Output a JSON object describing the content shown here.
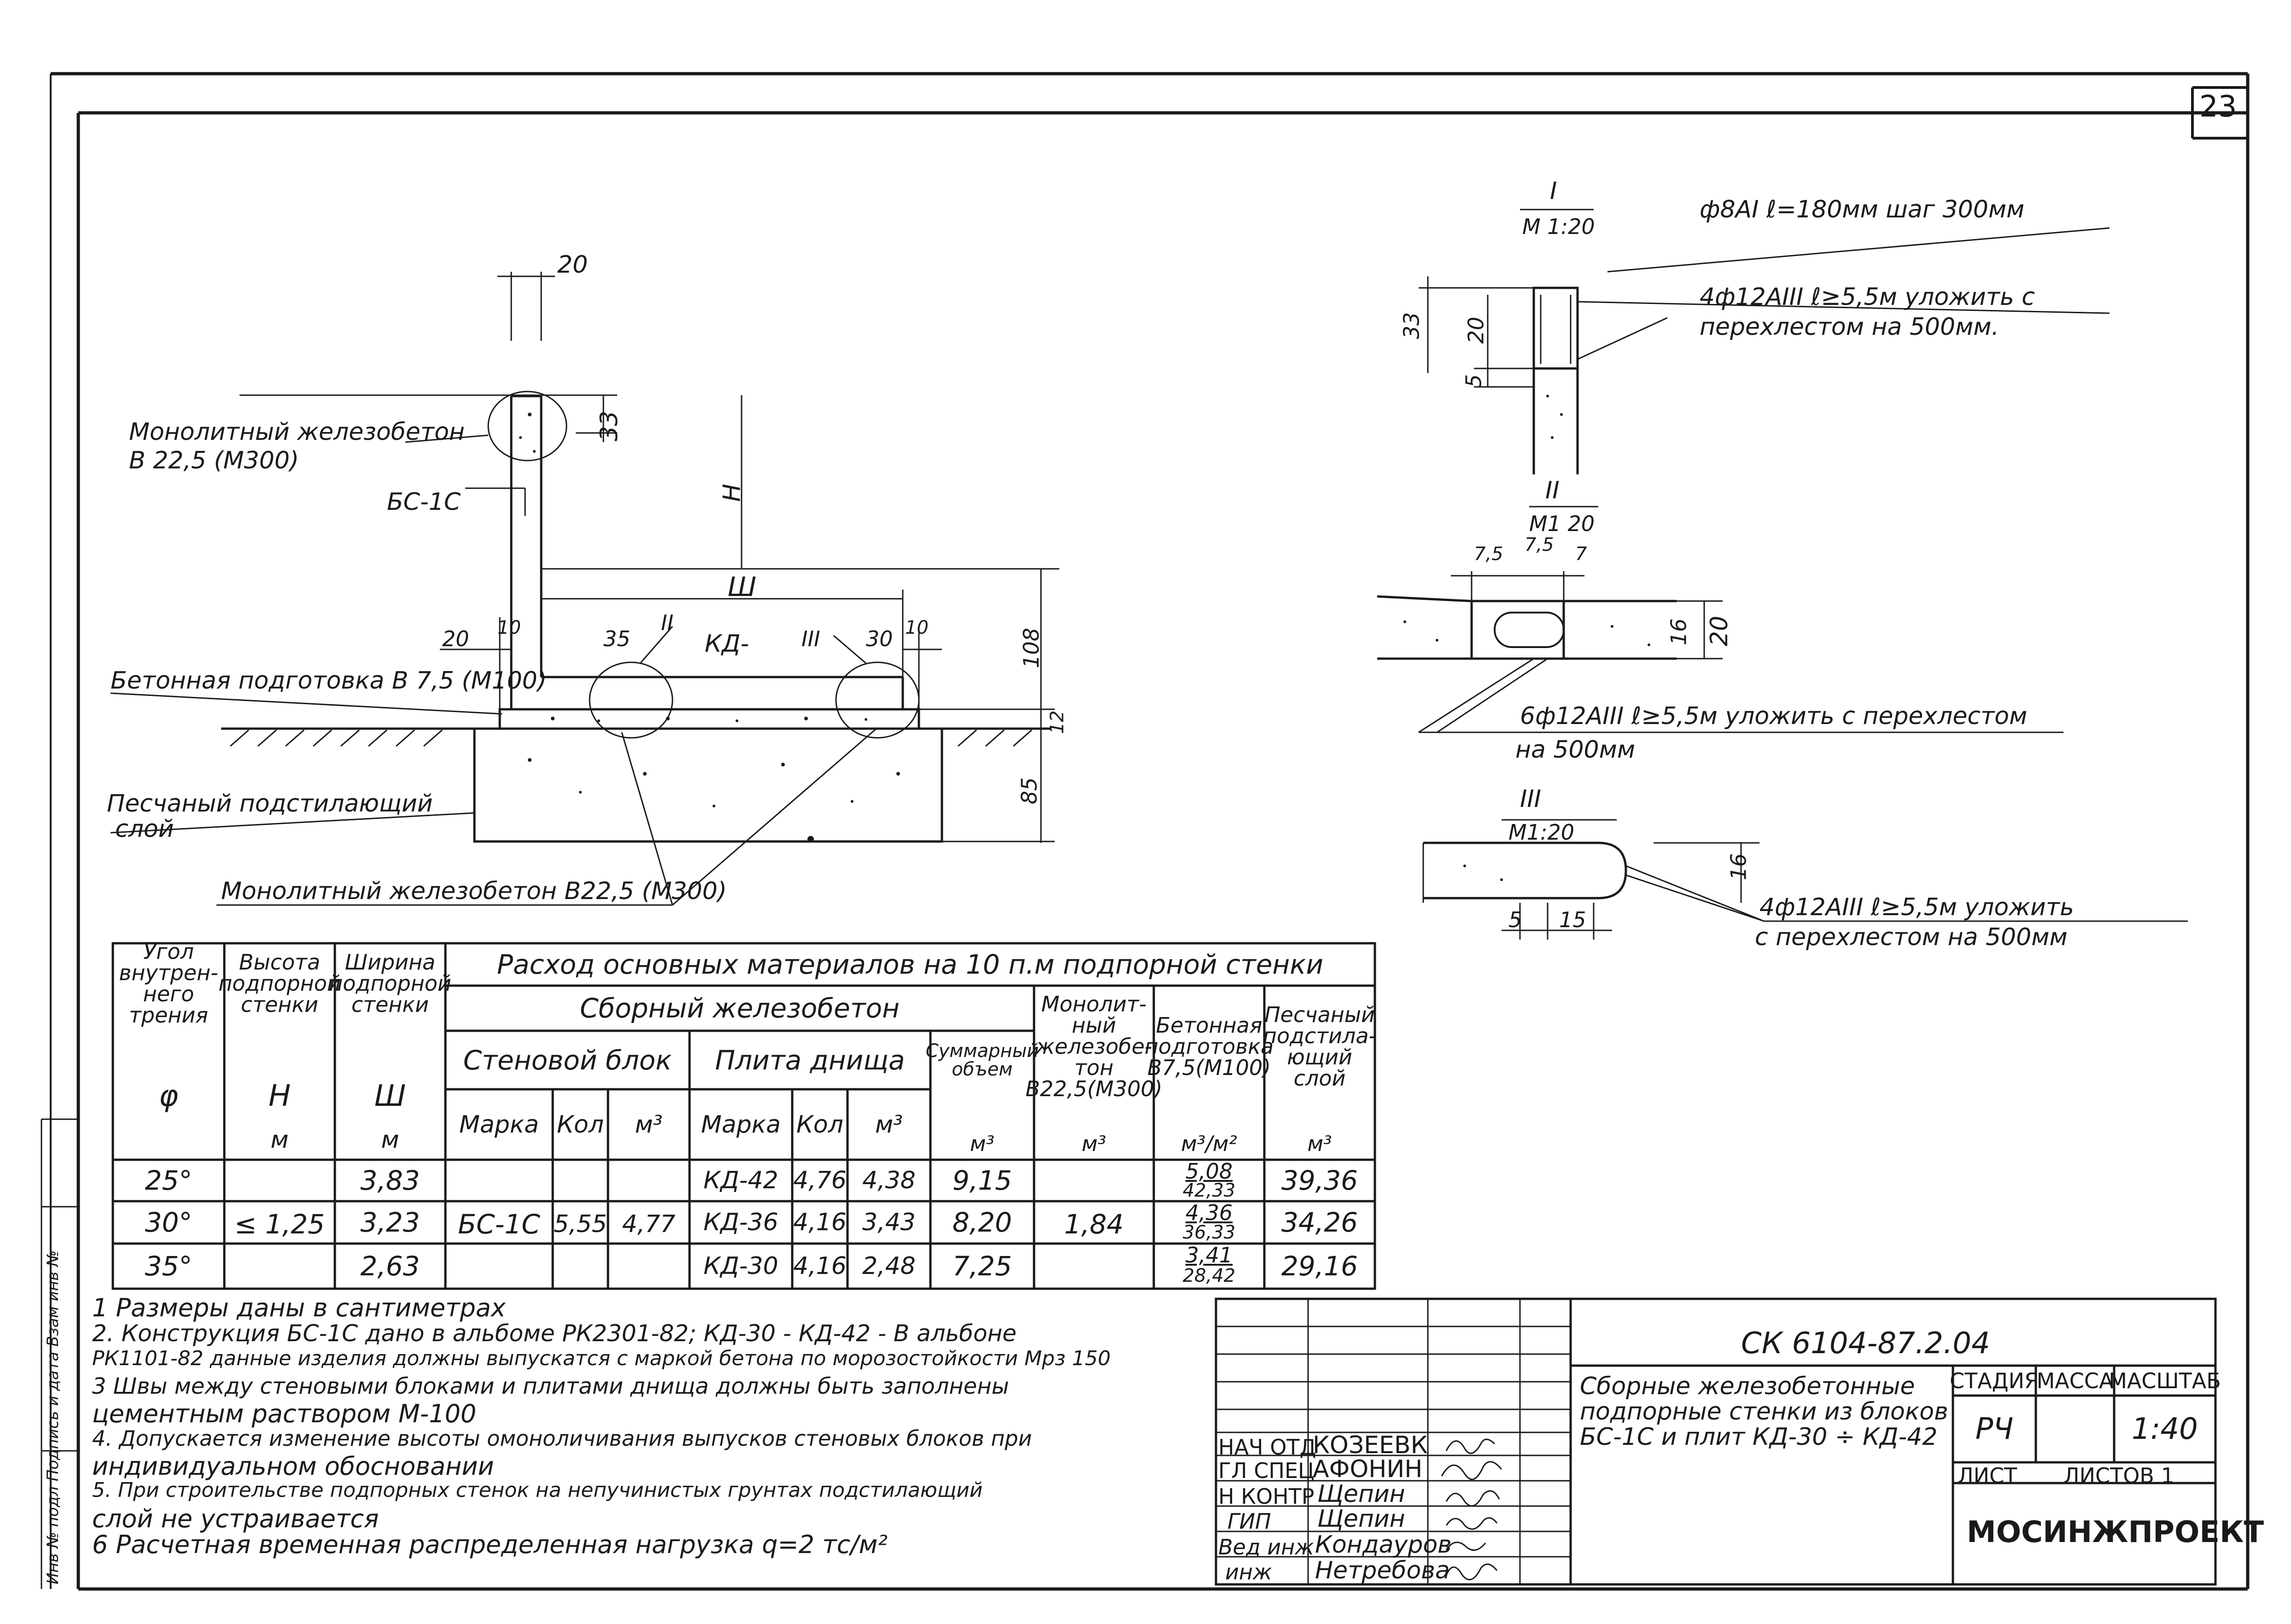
{
  "sheet_number": "23",
  "main_section": {
    "labels": {
      "monolith_top": "Монолитный железобетон",
      "monolith_top_grade": "В 22,5 (М300)",
      "block": "БС-1С",
      "concrete_prep": "Бетонная подготовка В 7,5 (М100)",
      "sand_layer_1": "Песчаный подстилающий",
      "sand_layer_2": "слой",
      "monolith_bottom": "Монолитный железобетон В22,5 (М300)",
      "plate": "КД-",
      "section_II": "II",
      "section_III": "III"
    },
    "dims": {
      "top_width": "20",
      "top_height": "33",
      "height": "Н",
      "width": "Ш",
      "d20": "20",
      "d10": "10",
      "d35": "35",
      "d30": "30",
      "d10b": "10",
      "d108": "108",
      "d12": "12",
      "d85": "85"
    }
  },
  "detail_I": {
    "title": "I",
    "scale": "М 1:20",
    "callout1": "ф8АI  ℓ=180мм  шаг 300мм",
    "callout2a": "4ф12АIII  ℓ≥5,5м  уложить с",
    "callout2b": "перехлестом  на 500мм.",
    "d33": "33",
    "d20": "20",
    "d5": "5"
  },
  "detail_II": {
    "title": "II",
    "scale": "М1 20",
    "d75a": "7,5",
    "d75b": "7,5",
    "d7": "7",
    "d16": "16",
    "d20": "20",
    "callout_a": "6ф12АIII  ℓ≥5,5м  уложить с перехлестом",
    "callout_b": "на 500мм"
  },
  "detail_III": {
    "title": "III",
    "scale": "М1:20",
    "d16": "16",
    "d5": "5",
    "d15": "15",
    "callout_a": "4ф12АIII  ℓ≥5,5м  уложить",
    "callout_b": "с перехлестом  на 500мм"
  },
  "table": {
    "h_angle": "Угол внутрен-него трения",
    "h_height": "Высота подпорной стенки",
    "h_width": "Ширина подпорной стенки",
    "h_consumption": "Расход основных материалов на 10 п.м  подпорной стенки",
    "h_precast": "Сборный  железобетон",
    "h_wall_block": "Стеновой  блок",
    "h_plate": "Плита  днища",
    "h_total": "Суммарный объем",
    "h_monolith": "Монолит-ный железобе-тон В22,5(М300)",
    "h_concrete": "Бетонная подготовка В7,5(М100)",
    "h_sand": "Песчаный подстила-ющий слой",
    "sym_phi": "φ",
    "sym_H": "Н",
    "sym_W": "Ш",
    "unit_m": "м",
    "unit_m2": "м",
    "col_mark": "Марка",
    "col_qty": "Кол",
    "col_m3": "м³",
    "col_mark2": "Марка",
    "col_qty2": "Кол",
    "col_m3b": "м³",
    "unit_total": "м³",
    "unit_mono": "м³",
    "unit_conc": "м³/м²",
    "unit_sand": "м³",
    "height_value": "≤ 1,25",
    "block_mark": "БС-1С",
    "block_qty": "5,55",
    "block_vol": "4,77",
    "monolith_value": "1,84",
    "rows": [
      {
        "angle": "25°",
        "width": "3,83",
        "plate": "КД-42",
        "qty": "4,76",
        "vol": "4,38",
        "total": "9,15",
        "conc_top": "5,08",
        "conc_bot": "42,33",
        "sand": "39,36"
      },
      {
        "angle": "30°",
        "width": "3,23",
        "plate": "КД-36",
        "qty": "4,16",
        "vol": "3,43",
        "total": "8,20",
        "conc_top": "4,36",
        "conc_bot": "36,33",
        "sand": "34,26"
      },
      {
        "angle": "35°",
        "width": "2,63",
        "plate": "КД-30",
        "qty": "4,16",
        "vol": "2,48",
        "total": "7,25",
        "conc_top": "3,41",
        "conc_bot": "28,42",
        "sand": "29,16"
      }
    ]
  },
  "notes": [
    "1  Размеры  даны  в  сантиметрах",
    "2. Конструкция БС-1С дано в альбоме РК2301-82; КД-30 - КД-42  -  В альбоне",
    "РК1101-82 данные изделия должны выпускатся с маркой бетона по морозостойкости Мрз 150",
    "3  Швы между стеновыми блоками и плитами днища должны быть заполнены",
    "цементным  раствором  М-100",
    "4. Допускается изменение высоты омоноличивания выпусков стеновых блоков при",
    "индивидуальном  обосновании",
    "5. При строительстве подпорных стенок на непучинистых грунтах подстилающий",
    "слой не устраивается",
    "6  Расчетная временная распределенная нагрузка  q=2 тс/м²"
  ],
  "title_block": {
    "code": "СК 6104-87.2.04",
    "description_1": "Сборные  железобетонные",
    "description_2": "подпорные стенки из блоков",
    "description_3": "БС-1С и плит КД-30 ÷ КД-42",
    "h_stage": "СТАДИЯ",
    "h_mass": "МАССА",
    "h_scale": "МАСШТАБ",
    "stage": "РЧ",
    "mass": "",
    "scale": "1:40",
    "sheet_label": "ЛИСТ",
    "sheets_label": "ЛИСТОВ 1",
    "org": "МОСИНЖПРОЕКТ",
    "roles": [
      {
        "role": "НАЧ ОТД",
        "name": "КОЗЕЕВК"
      },
      {
        "role": "ГЛ СПЕЦ",
        "name": "АФОНИН"
      },
      {
        "role": "Н КОНТР",
        "name": "Щепин"
      },
      {
        "role": "ГИП",
        "name": "Щепин"
      },
      {
        "role": "Вед инж",
        "name": "Кондауров"
      },
      {
        "role": "инж",
        "name": "Нетребова"
      }
    ],
    "left_strip": "Инв № подл   Подпись и дата   Взам инв №"
  }
}
